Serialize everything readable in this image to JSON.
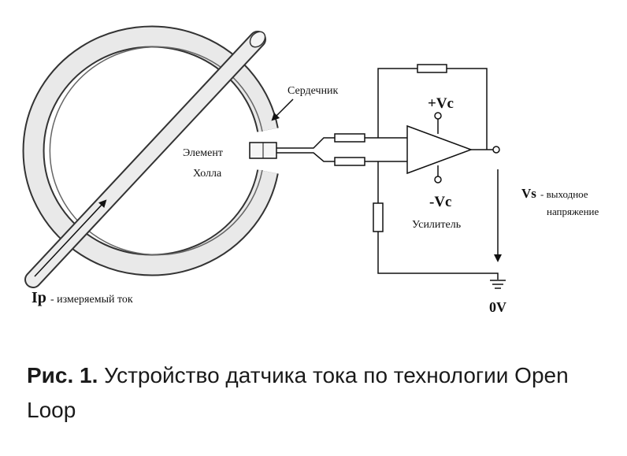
{
  "diagram": {
    "labels": {
      "core": "Сердечник",
      "hall_element_line1": "Элемент",
      "hall_element_line2": "Холла",
      "plus_vc": "+Vc",
      "minus_vc": "-Vc",
      "amplifier": "Усилитель",
      "output_voltage_symbol": "Vs",
      "output_voltage_line1": "- выходное",
      "output_voltage_line2": "напряжение",
      "measured_current_symbol": "Ip",
      "measured_current_text": "- измеряемый ток",
      "ground": "0V"
    }
  },
  "caption": {
    "prefix": "Рис. 1.",
    "text": "Устройство датчика тока по технологии Open Loop"
  }
}
